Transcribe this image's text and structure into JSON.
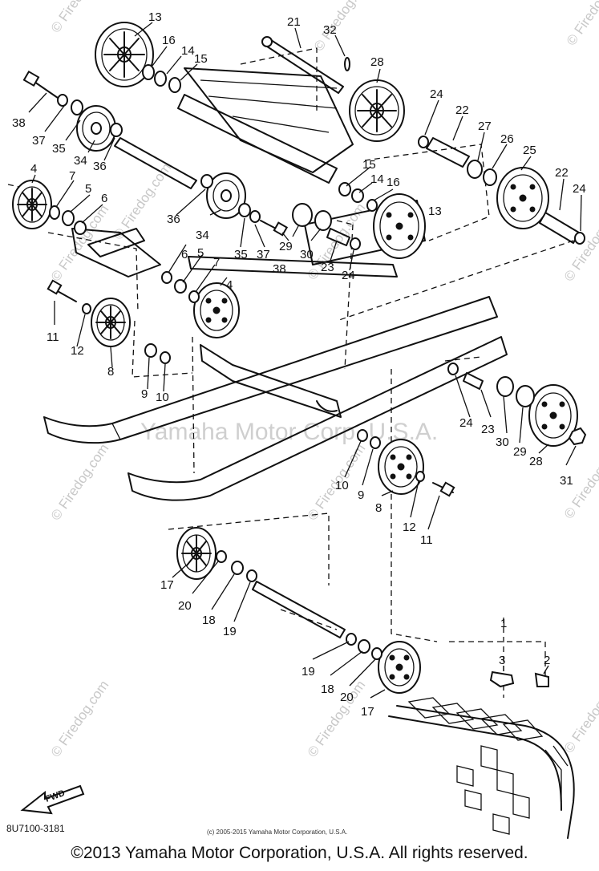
{
  "diagram": {
    "labels": {
      "p1": "1",
      "p2": "2",
      "p3": "3",
      "p4a": "4",
      "p4b": "4",
      "p5a": "5",
      "p5b": "5",
      "p6a": "6",
      "p6b": "6",
      "p7a": "7",
      "p7b": "7",
      "p8a": "8",
      "p8b": "8",
      "p9a": "9",
      "p9b": "9",
      "p10a": "10",
      "p10b": "10",
      "p11a": "11",
      "p11b": "11",
      "p12a": "12",
      "p12b": "12",
      "p13a": "13",
      "p13b": "13",
      "p14a": "14",
      "p14b": "14",
      "p15a": "15",
      "p15b": "15",
      "p16a": "16",
      "p16b": "16",
      "p17a": "17",
      "p17b": "17",
      "p18a": "18",
      "p18b": "18",
      "p19a": "19",
      "p19b": "19",
      "p20a": "20",
      "p20b": "20",
      "p21": "21",
      "p22a": "22",
      "p22b": "22",
      "p23a": "23",
      "p23b": "23",
      "p24a": "24",
      "p24b": "24",
      "p24c": "24",
      "p24d": "24",
      "p25": "25",
      "p26": "26",
      "p27": "27",
      "p28a": "28",
      "p28b": "28",
      "p29a": "29",
      "p29b": "29",
      "p30a": "30",
      "p30b": "30",
      "p31": "31",
      "p32": "32",
      "p34a": "34",
      "p34b": "34",
      "p35a": "35",
      "p35b": "35",
      "p36a": "36",
      "p36b": "36",
      "p37a": "37",
      "p37b": "37",
      "p38a": "38",
      "p38b": "38"
    },
    "diagram_code": "8U7100-3181",
    "fwd_label": "FWD",
    "watermarks": {
      "site": "© Firedog.com",
      "center": "Yamaha Motor Corp. U.S.A."
    },
    "small_copyright": "(c) 2005-2015 Yamaha Motor Corporation, U.S.A."
  },
  "footer": {
    "copyright": "©2013 Yamaha Motor Corporation, U.S.A. All rights reserved."
  }
}
